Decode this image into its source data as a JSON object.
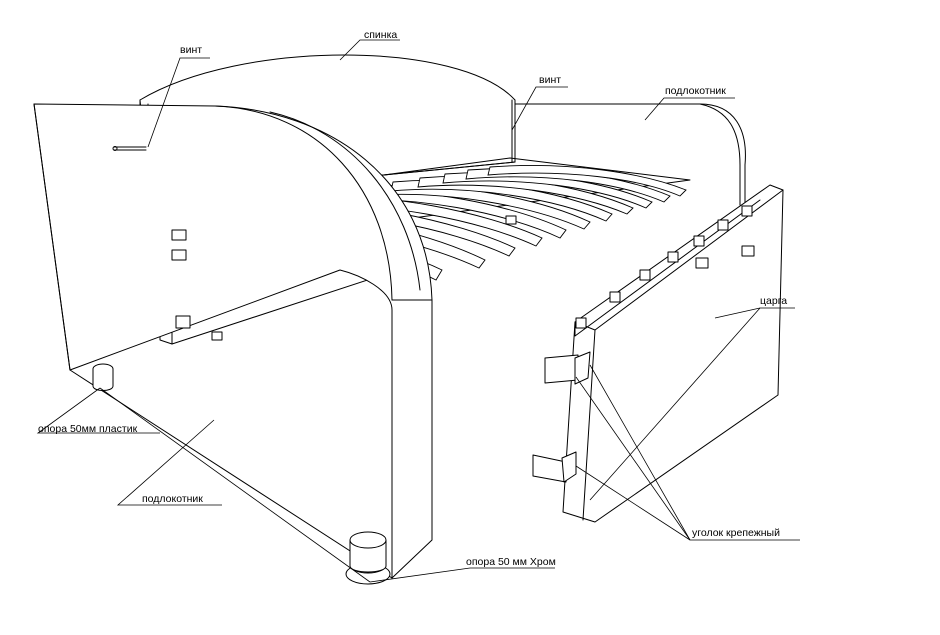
{
  "labels": {
    "backrest": "спинка",
    "screw_left": "винт",
    "screw_right": "винт",
    "armrest_right": "подлокотник",
    "side_rail": "царга",
    "foot_plastic": "опора 50мм пластик",
    "armrest_left": "подлокотник",
    "bracket": "уголок крепежный",
    "foot_chrome": "опора 50 мм Хром"
  },
  "colors": {
    "line": "#000000",
    "background": "#ffffff"
  }
}
